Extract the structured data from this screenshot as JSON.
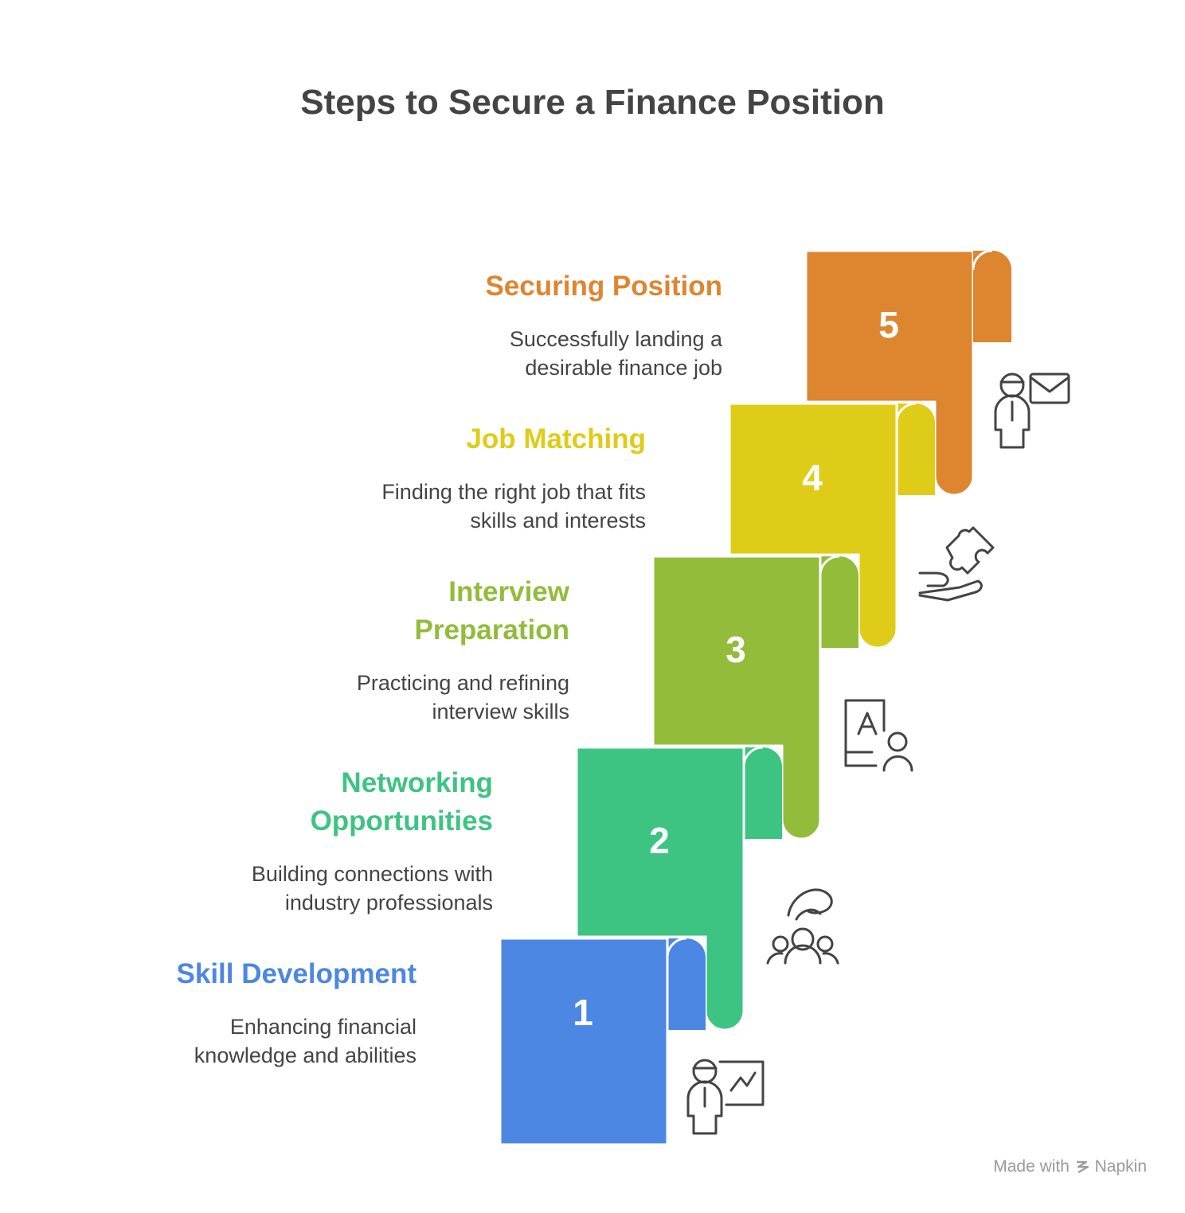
{
  "title": "Steps to Secure a Finance Position",
  "steps": [
    {
      "number": "1",
      "title": "Skill Development",
      "desc_lines": [
        "Enhancing financial",
        "knowledge and abilities"
      ],
      "color": "#4c87e3",
      "icon": "presenter-chart-icon"
    },
    {
      "number": "2",
      "title_lines": [
        "Networking",
        "Opportunities"
      ],
      "desc_lines": [
        "Building connections with",
        "industry professionals"
      ],
      "color": "#3dc482",
      "icon": "hand-over-people-icon"
    },
    {
      "number": "3",
      "title_lines": [
        "Interview",
        "Preparation"
      ],
      "desc_lines": [
        "Practicing and refining",
        "interview skills"
      ],
      "color": "#92bc3a",
      "icon": "document-person-icon"
    },
    {
      "number": "4",
      "title": "Job Matching",
      "desc_lines": [
        "Finding the right job that fits",
        "skills and interests"
      ],
      "color": "#dfcc18",
      "icon": "hand-puzzle-icon"
    },
    {
      "number": "5",
      "title": "Securing Position",
      "desc_lines": [
        "Successfully landing a",
        "desirable finance job"
      ],
      "color": "#de8530",
      "icon": "person-mail-icon"
    }
  ],
  "footer": {
    "prefix": "Made with",
    "brand": "Napkin"
  }
}
